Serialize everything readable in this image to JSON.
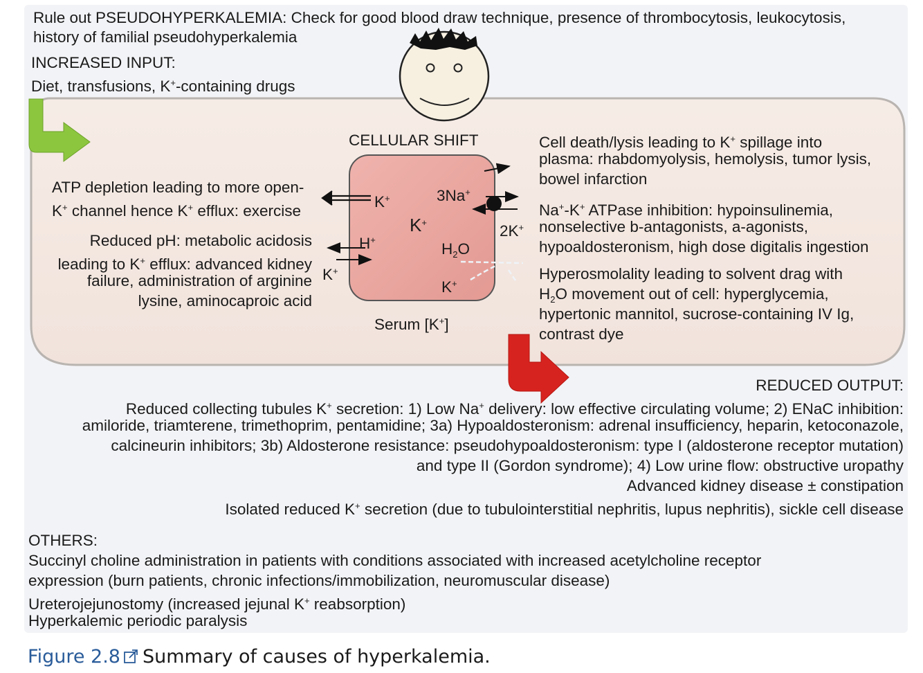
{
  "top": {
    "line1": "Rule out PSEUDOHYPERKALEMIA: Check for good blood draw technique, presence of thrombocytosis, leukocytosis,",
    "line2": "history of familial pseudohyperkalemia",
    "increased_input_heading": "INCREASED INPUT:",
    "increased_input_body_pre": "Diet, transfusions, K",
    "increased_input_body_sup": "+",
    "increased_input_body_post": "-containing drugs"
  },
  "center": {
    "heading": "CELLULAR SHIFT",
    "cell_k": "K",
    "cell_k_sup": "+",
    "na": "3Na",
    "na_sup": "+",
    "k_out": "K",
    "k_out_sup": "+",
    "h": "H",
    "h_sup": "+",
    "h2o_a": "H",
    "h2o_sub": "2",
    "h2o_b": "O",
    "k_in": "K",
    "k_in_sup": "+",
    "two_k": "2K",
    "two_k_sup": "+",
    "k_left": "K",
    "k_left_sup": "+",
    "serum_a": "Serum [K",
    "serum_sup": "+",
    "serum_b": "]"
  },
  "left": {
    "atp_1": "ATP depletion leading to more open-",
    "atp_2_pre": "K",
    "atp_2_sup": "+",
    "atp_2_mid": " channel hence K",
    "atp_2_sup2": "+",
    "atp_2_post": " efflux: exercise",
    "ph_1": "Reduced pH: metabolic acidosis",
    "ph_2_pre": "leading to K",
    "ph_2_sup": "+",
    "ph_2_post": " efflux: advanced kidney",
    "ph_3": "failure, administration of arginine",
    "ph_4": "lysine, aminocaproic acid"
  },
  "right": {
    "death_1_pre": "Cell death/lysis leading to K",
    "death_1_sup": "+",
    "death_1_post": " spillage into",
    "death_2": "plasma: rhabdomyolysis, hemolysis, tumor lysis,",
    "death_3": "bowel infarction",
    "atpase_1_a": "Na",
    "atpase_1_sup1": "+",
    "atpase_1_b": "-K",
    "atpase_1_sup2": "+",
    "atpase_1_c": " ATPase inhibition: hypoinsulinemia,",
    "atpase_2": "nonselective b-antagonists, a-agonists,",
    "atpase_3": "hypoaldosteronism, high dose digitalis ingestion",
    "osm_1": "Hyperosmolality leading to solvent drag with",
    "osm_2_a": "H",
    "osm_2_sub": "2",
    "osm_2_b": "O movement out of cell: hyperglycemia,",
    "osm_3": "hypertonic mannitol, sucrose-containing IV Ig,",
    "osm_4": "contrast dye"
  },
  "reduced_output": {
    "heading": "REDUCED OUTPUT:",
    "l1_pre": "Reduced collecting tubules K",
    "l1_sup": "+",
    "l1_mid": " secretion: 1) Low Na",
    "l1_sup2": "+",
    "l1_post": " delivery: low effective circulating volume; 2) ENaC inhibition:",
    "l2": "amiloride, triamterene, trimethoprim, pentamidine; 3a) Hypoaldosteronism: adrenal insufficiency, heparin, ketoconazole,",
    "l3": "calcineurin inhibitors; 3b) Aldosterone resistance: pseudohypoaldosteronism: type I (aldosterone receptor mutation)",
    "l4": "and type II (Gordon syndrome); 4) Low urine flow: obstructive uropathy",
    "l5": "Advanced kidney disease ± constipation",
    "l6_pre": "Isolated reduced K",
    "l6_sup": "+",
    "l6_post": " secretion (due to tubulointerstitial nephritis, lupus nephritis), sickle cell disease"
  },
  "others": {
    "heading": "OTHERS:",
    "l1": "Succinyl choline administration in patients with conditions associated with increased acetylcholine receptor",
    "l2": "expression (burn patients, chronic infections/immobilization, neuromuscular disease)",
    "l3_pre": "Ureterojejunostomy (increased jejunal K",
    "l3_sup": "+",
    "l3_post": " reabsorption)",
    "l4": "Hyperkalemic periodic paralysis"
  },
  "caption": {
    "label": "Figure 2.8",
    "icon": "external-link-icon",
    "text": "Summary of causes of hyperkalemia."
  },
  "colors": {
    "panel": "#f5e9e3",
    "panel_border": "#b9b4b0",
    "cell": "#eaa7a0",
    "input_arrow": "#8cc63f",
    "output_arrow": "#d7231f",
    "caption_label": "#2a5c9a"
  }
}
